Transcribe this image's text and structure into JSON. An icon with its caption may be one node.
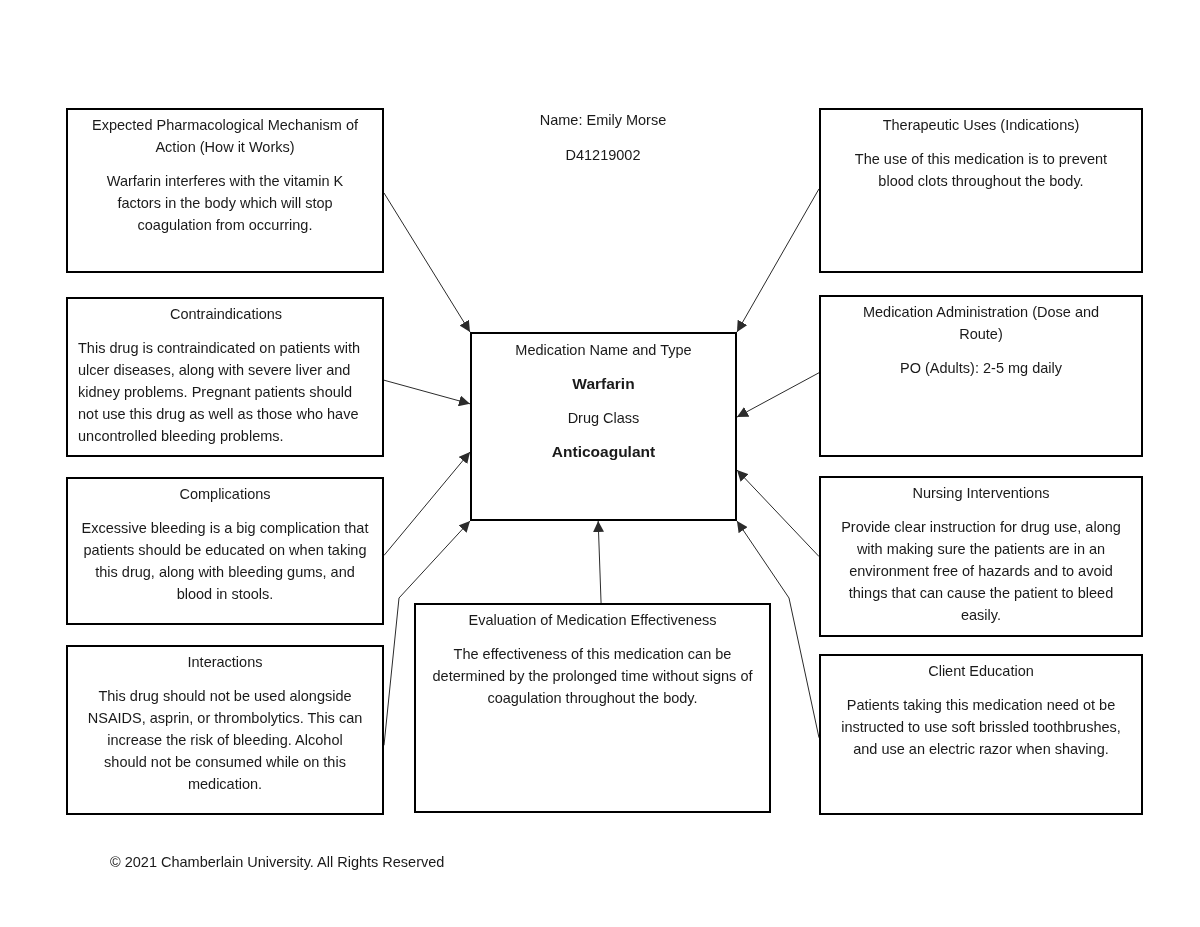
{
  "diagram": {
    "nodes": [
      {
        "text": [
          "Expected Pharmacological Mechanism of Action (How it Works)",
          "Warfarin interferes with the vitamin K factors in the body which will stop coagulation from occurring."
        ]
      },
      {
        "text": [
          "Therapeutic Uses (Indications)",
          "The use of this medication is to prevent blood clots throughout the body."
        ]
      },
      {
        "text": [
          "Contraindications",
          "This drug is contraindicated on patients with ulcer diseases, along with severe liver and kidney problems. Pregnant patients should not use this drug as well as those who have uncontrolled bleeding problems."
        ]
      },
      {
        "text": [
          "Medication Name and Type",
          "Warfarin",
          "Drug Class",
          "Anticoagulant"
        ]
      },
      {
        "text": [
          "Medication Administration (Dose and Route)",
          "PO (Adults): 2-5 mg daily"
        ]
      },
      {
        "text": [
          "Complications",
          "Excessive bleeding is a big complication that patients should be educated on when taking this drug, along with bleeding gums, and blood in stools."
        ]
      },
      {
        "text": [
          "Nursing Interventions",
          "Provide clear instruction for drug use, along with making sure the patients are in an environment free of hazards and to avoid things that can cause the patient to bleed easily."
        ]
      },
      {
        "text": [
          "Evaluation of Medication Effectiveness",
          "The effectiveness of this medication can be determined by the prolonged time without signs of coagulation throughout the body."
        ]
      },
      {
        "text": [
          "Interactions",
          "This drug should not be used alongside NSAIDS, asprin, or thrombolytics. This can increase the risk of bleeding. Alcohol should not be consumed while on this medication."
        ]
      },
      {
        "text": [
          "Client Education",
          "Patients taking this medication need ot be instructed to use soft brissled toothbrushes, and use an electric razor when shaving."
        ]
      }
    ],
    "edges": [
      {
        "from": 0,
        "to": 3,
        "arrow": "to"
      },
      {
        "from": 1,
        "to": 3,
        "arrow": "to"
      },
      {
        "from": 2,
        "to": 3,
        "arrow": "to"
      },
      {
        "from": 4,
        "to": 3,
        "arrow": "to"
      },
      {
        "from": 5,
        "to": 3,
        "arrow": "to"
      },
      {
        "from": 6,
        "to": 3,
        "arrow": "to"
      },
      {
        "from": 7,
        "to": 3,
        "arrow": "to"
      },
      {
        "from": 8,
        "to": 3,
        "arrow": "to"
      },
      {
        "from": 9,
        "to": 3,
        "arrow": "to"
      }
    ],
    "labels": [
      "Name: Emily Morse",
      "D41219002",
      "© 2021 Chamberlain University. All Rights Reserved"
    ]
  }
}
